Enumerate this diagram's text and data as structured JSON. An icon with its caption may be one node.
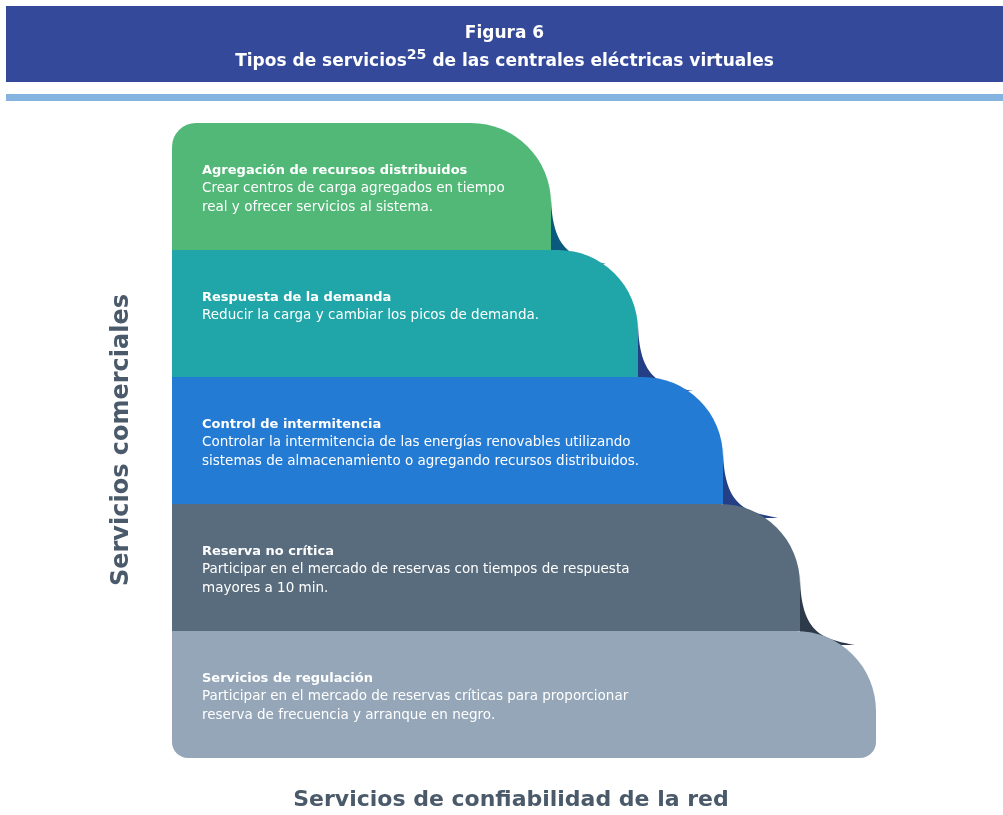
{
  "diagram": {
    "title": "Tipos de servicios$^{25}$ de las centrales eléctricas virtuales",
    "nodes": [
      {
        "text": [
          "Agregación de recursos distribuidos",
          "Crear centros de carga agregados en tiempo real y ofrecer servicios al sistema."
        ]
      },
      {
        "text": [
          "Respuesta de la demanda",
          "Reducir la carga y cambiar los picos de demanda."
        ]
      },
      {
        "text": [
          "Control de intermitencia",
          "Controlar la intermitencia de las energías renovables utilizando sistemas de almacenamiento o agregando recursos distribuidos."
        ]
      },
      {
        "text": [
          "Reserva no crítica",
          "Participar en el mercado de reservas con tiempos de respuesta mayores a 10 min."
        ]
      },
      {
        "text": [
          "Servicios de regulación",
          "Participar en el mercado de reservas críticas para proporcionar reserva de frecuencia y arranque en negro."
        ]
      }
    ],
    "labels": [
      "Figura 6",
      "Servicios comerciales",
      "Servicios de confiabilidad de la red"
    ]
  }
}
